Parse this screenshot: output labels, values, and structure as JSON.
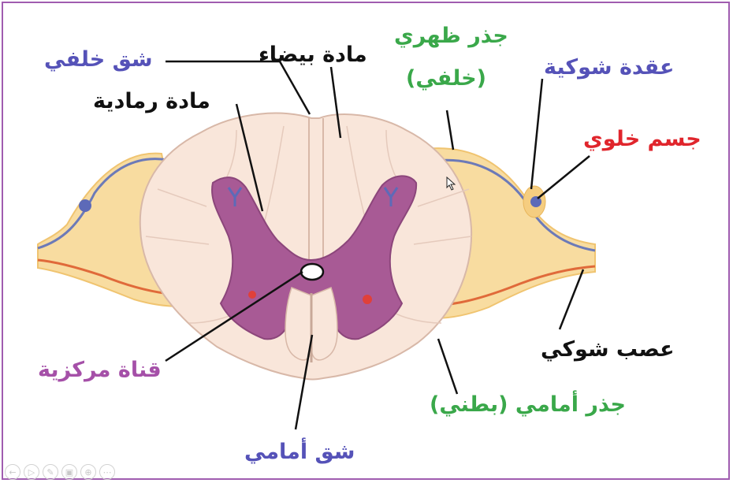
{
  "labels": {
    "posterior_sulcus": "شق خلفي",
    "white_matter": "مادة بيضاء",
    "dorsal_root": "جذر ظهري",
    "dorsal_root_note": "(خلفي)",
    "spinal_ganglion": "عقدة شوكية",
    "gray_matter": "مادة رمادية",
    "cell_body": "جسم خلوي",
    "spinal_nerve": "عصب شوكي",
    "central_canal": "قناة مركزية",
    "ventral_root": "جذر أمامي (بطني)",
    "anterior_fissure": "شق أمامي"
  },
  "colors": {
    "blue_label": "#5552b8",
    "black_label": "#111111",
    "green_label": "#3aa84a",
    "red_label": "#e0252c",
    "purple_label": "#a550a8",
    "white_matter": "#f9e6da",
    "gray_matter": "#a85a95",
    "nerve_fill": "#f8dca0",
    "frame": "#a05db0"
  },
  "player_controls": [
    "arrow-left-icon",
    "play-icon",
    "pen-icon",
    "screens-icon",
    "zoom-icon",
    "more-icon"
  ]
}
